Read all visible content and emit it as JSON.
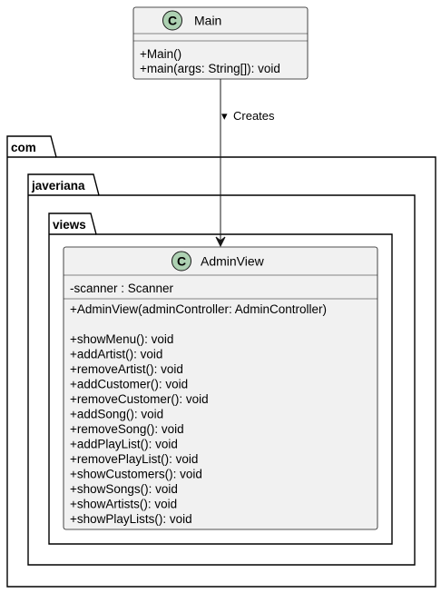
{
  "packages": [
    {
      "name": "com"
    },
    {
      "name": "javeriana"
    },
    {
      "name": "views"
    }
  ],
  "classes": {
    "main": {
      "stereotype": "C",
      "name": "Main",
      "fields": [],
      "methods": [
        "+Main()",
        "+main(args: String[]): void"
      ]
    },
    "admin_view": {
      "stereotype": "C",
      "name": "AdminView",
      "fields": [
        "-scanner : Scanner"
      ],
      "constructor": "+AdminView(adminController: AdminController)",
      "methods": [
        "+showMenu(): void",
        "+addArtist(): void",
        "+removeArtist(): void",
        "+addCustomer(): void",
        "+removeCustomer(): void",
        "+addSong(): void",
        "+removeSong(): void",
        "+addPlayList(): void",
        "+removePlayList(): void",
        "+showCustomers(): void",
        "+showSongs(): void",
        "+showArtists(): void",
        "+showPlayLists(): void"
      ]
    }
  },
  "relation": {
    "label": "Creates",
    "arrow_glyph": "▾"
  },
  "colors": {
    "class_fill": "#f1f1f1",
    "class_border": "#181818",
    "icon_fill": "#add1b2",
    "icon_border": "#181818",
    "package_border": "#000000"
  }
}
